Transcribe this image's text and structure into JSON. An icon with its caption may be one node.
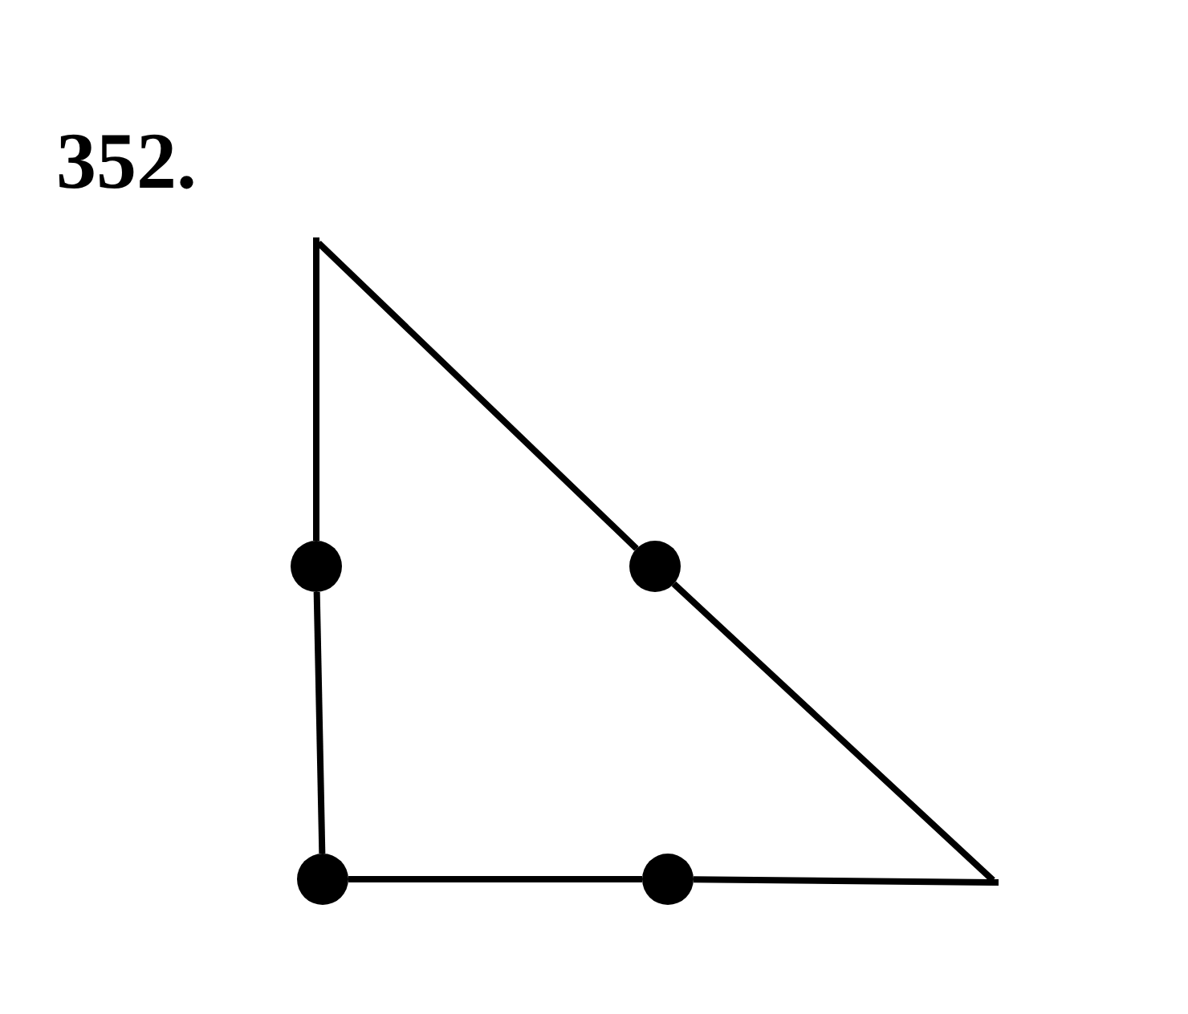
{
  "diagram": {
    "nodes": [
      {
        "text": [],
        "shape": "point"
      },
      {
        "text": [],
        "shape": "circle"
      },
      {
        "text": [],
        "shape": "circle"
      },
      {
        "text": [],
        "shape": "circle"
      },
      {
        "text": [],
        "shape": "circle"
      },
      {
        "text": [],
        "shape": "point"
      }
    ],
    "edges": [
      {
        "from": 0,
        "to": 1,
        "arrow": "none"
      },
      {
        "from": 1,
        "to": 3,
        "arrow": "none"
      },
      {
        "from": 3,
        "to": 4,
        "arrow": "none"
      },
      {
        "from": 4,
        "to": 5,
        "arrow": "none"
      },
      {
        "from": 5,
        "to": 2,
        "arrow": "none"
      },
      {
        "from": 2,
        "to": 0,
        "arrow": "none"
      }
    ],
    "labels": [
      "352."
    ]
  }
}
